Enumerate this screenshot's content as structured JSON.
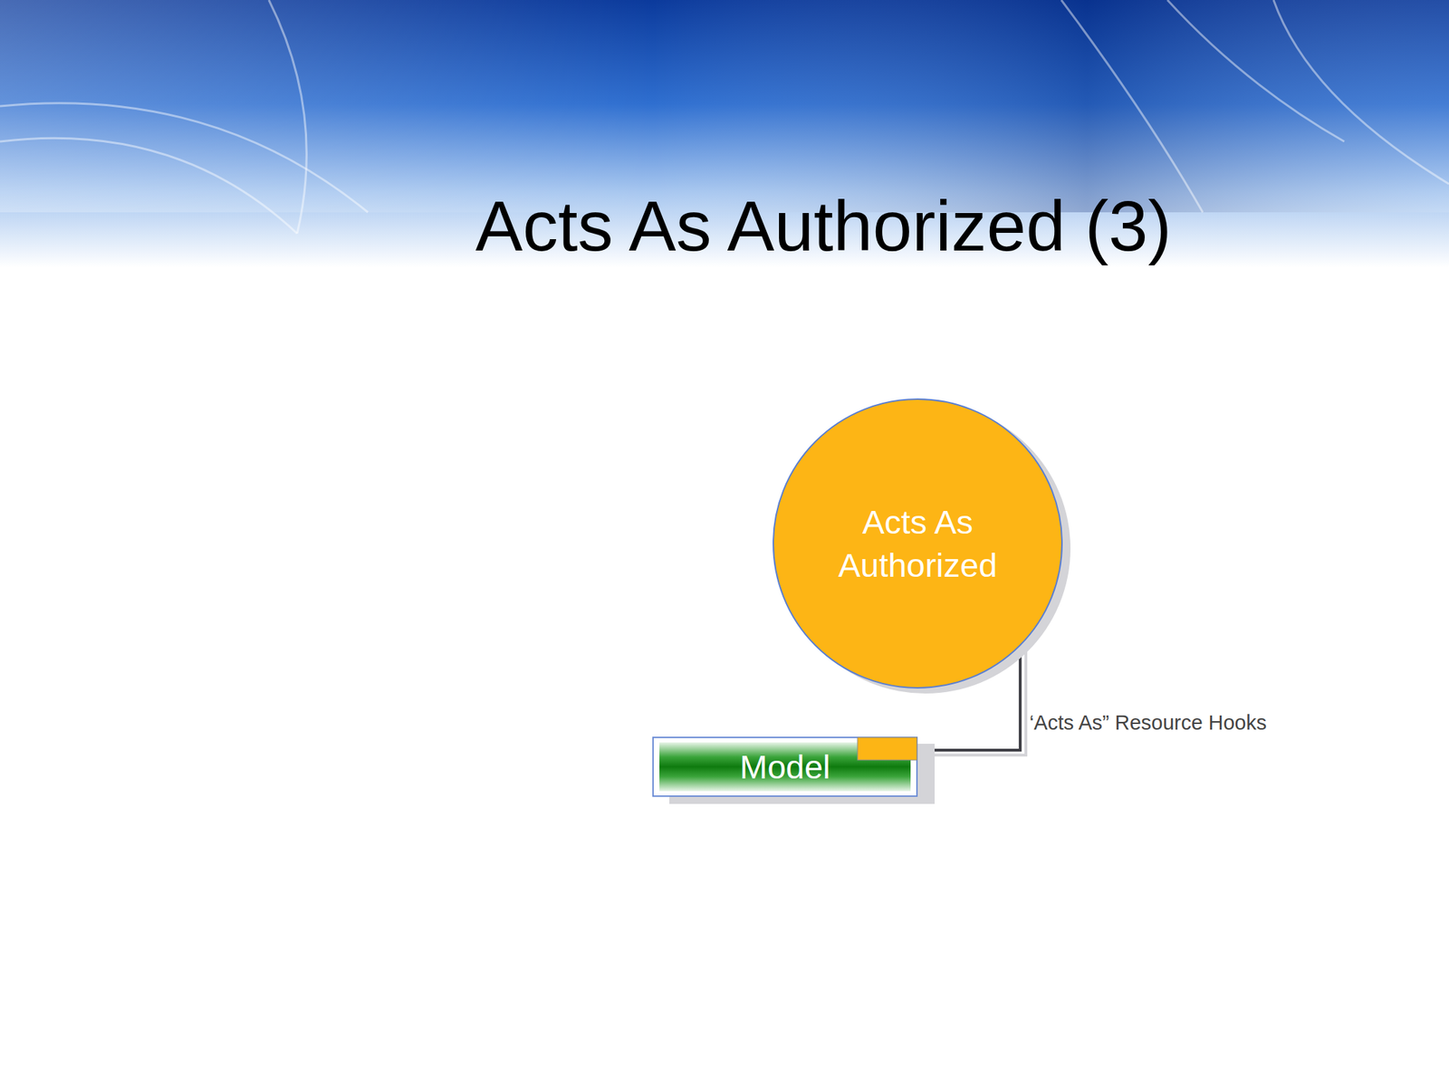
{
  "diagram": {
    "title": "Acts As Authorized (3)",
    "nodes": [
      {
        "text": [
          "Acts As Authorized"
        ]
      },
      {
        "text": [
          "Model"
        ]
      }
    ],
    "edges": [
      {
        "from": 0,
        "to": 1,
        "arrow": "to",
        "label": "‘Acts As” Resource Hooks"
      }
    ]
  }
}
